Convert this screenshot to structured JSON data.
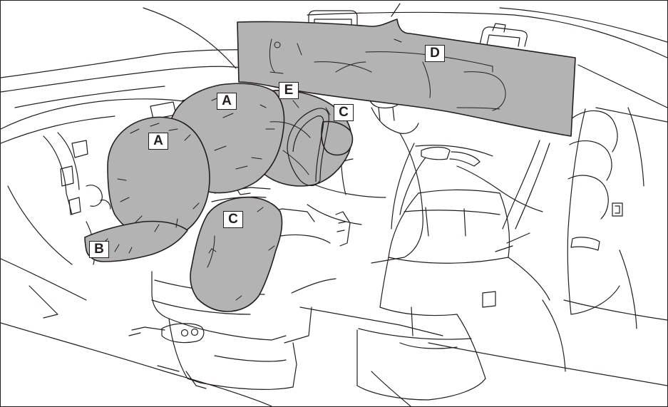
{
  "colors": {
    "airbag_fill": "#b3b3b3",
    "line": "#231f20",
    "background": "#ffffff"
  },
  "callouts": {
    "a_upper": "A",
    "a_lower": "A",
    "b": "B",
    "c_front": "C",
    "c_rear": "C",
    "d": "D",
    "e": "E"
  }
}
